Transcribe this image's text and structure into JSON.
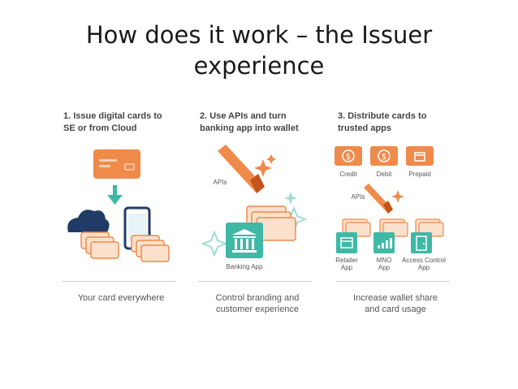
{
  "slide": {
    "title_line1": "How does it work – the Issuer",
    "title_line2": "experience"
  },
  "colors": {
    "orange": "#F08A4B",
    "orange_light": "#F7C9A6",
    "teal": "#3FB8A6",
    "teal_light": "#9FDCD2",
    "navy": "#1F3B66",
    "text": "#555555"
  },
  "panels": [
    {
      "heading_line1": "1. Issue digital cards to",
      "heading_line2": "SE or from Cloud",
      "caption_line1": "Your card everywhere",
      "caption_line2": "",
      "icons": [
        "credit-card-icon",
        "arrow-down-icon",
        "cloud-icon",
        "smartphone-icon",
        "card-stack-icon"
      ]
    },
    {
      "heading_line1": "2. Use APIs and turn",
      "heading_line2": "banking app into wallet",
      "apis_label": "APIs",
      "app_label": "Banking App",
      "caption_line1": "Control branding and",
      "caption_line2": "customer experience",
      "icons": [
        "magic-wand-icon",
        "sparkle-icon",
        "card-stack-icon",
        "bank-icon"
      ]
    },
    {
      "heading_line1": "3. Distribute cards to",
      "heading_line2": "trusted apps",
      "card_types": [
        "Credit",
        "Debit",
        "Prepaid"
      ],
      "apis_label": "APIs",
      "apps": [
        {
          "line1": "Retailer",
          "line2": "App"
        },
        {
          "line1": "MNO",
          "line2": "App"
        },
        {
          "line1": "Access Control",
          "line2": "App"
        }
      ],
      "caption_line1": "Increase wallet share",
      "caption_line2": "and card usage",
      "icons": [
        "dollar-card-icon",
        "dollar-card-icon",
        "gift-card-icon",
        "magic-wand-icon",
        "store-icon",
        "signal-bars-icon",
        "door-icon"
      ]
    }
  ]
}
